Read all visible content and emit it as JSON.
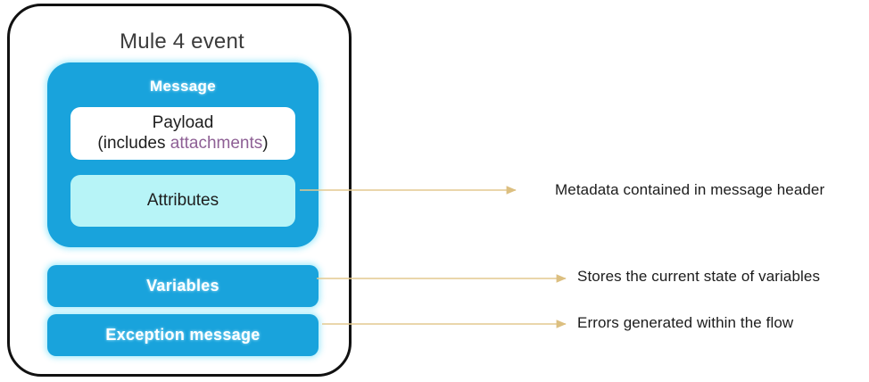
{
  "diagram": {
    "title": "Mule 4 event",
    "colors": {
      "box_blue": "#19a3dc",
      "attributes_cyan": "#b7f4f7",
      "payload_white": "#ffffff",
      "attachments_purple": "#8e6095",
      "container_border": "#111111",
      "connector_tan": "#e3c98f",
      "title_text": "#3b3b3b",
      "annotation_text": "#1c1c1c"
    },
    "message": {
      "title": "Message",
      "payload": {
        "line1": "Payload",
        "line2_prefix": "(includes ",
        "line2_highlight": "attachments",
        "line2_suffix": ")"
      },
      "attributes": {
        "label": "Attributes"
      }
    },
    "variables": {
      "label": "Variables"
    },
    "exception": {
      "label": "Exception message"
    },
    "annotations": [
      {
        "id": "attributes-annotation",
        "text": "Metadata contained in message header",
        "source": "Attributes"
      },
      {
        "id": "variables-annotation",
        "text": "Stores the current state of variables",
        "source": "Variables"
      },
      {
        "id": "exception-annotation",
        "text": "Errors generated within the flow",
        "source": "Exception message"
      }
    ]
  }
}
